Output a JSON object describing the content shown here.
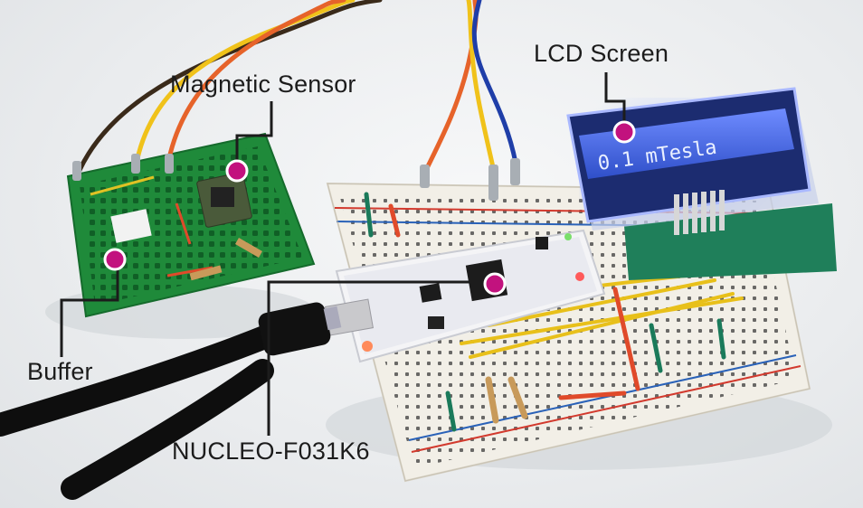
{
  "labels": {
    "lcd_screen": "LCD Screen",
    "magnetic_sensor": "Magnetic Sensor",
    "buffer": "Buffer",
    "nucleo": "NUCLEO-F031K6"
  },
  "lcd_display_text": "0.1 mTesla",
  "colors": {
    "marker": "#c2127e",
    "green_board": "#1f8a3a",
    "breadboard": "#f1eee6",
    "lcd_blue": "#3a5bd6",
    "pcb_white": "#f4f4f6"
  }
}
